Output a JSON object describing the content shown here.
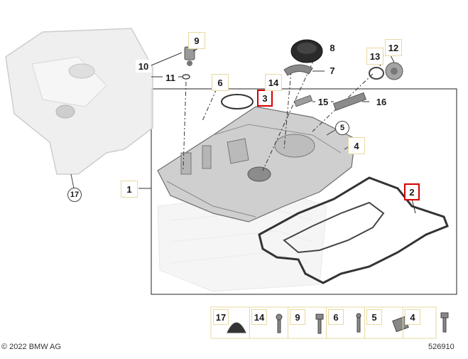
{
  "callouts": {
    "c1": "1",
    "c2": "2",
    "c3": "3",
    "c4": "4",
    "c5": "5",
    "c6": "6",
    "c7": "7",
    "c8": "8",
    "c9": "9",
    "c10": "10",
    "c11": "11",
    "c12": "12",
    "c13": "13",
    "c14": "14",
    "c15": "15",
    "c16": "16",
    "c17": "17"
  },
  "strip": [
    "17",
    "14",
    "9",
    "6",
    "5",
    "4"
  ],
  "footer": {
    "copyright": "© 2022 BMW AG",
    "doc_id": "526910"
  },
  "colors": {
    "highlight": "#d40000",
    "callout_border": "#e8d9a0",
    "part_fill": "#d8d8d8"
  }
}
